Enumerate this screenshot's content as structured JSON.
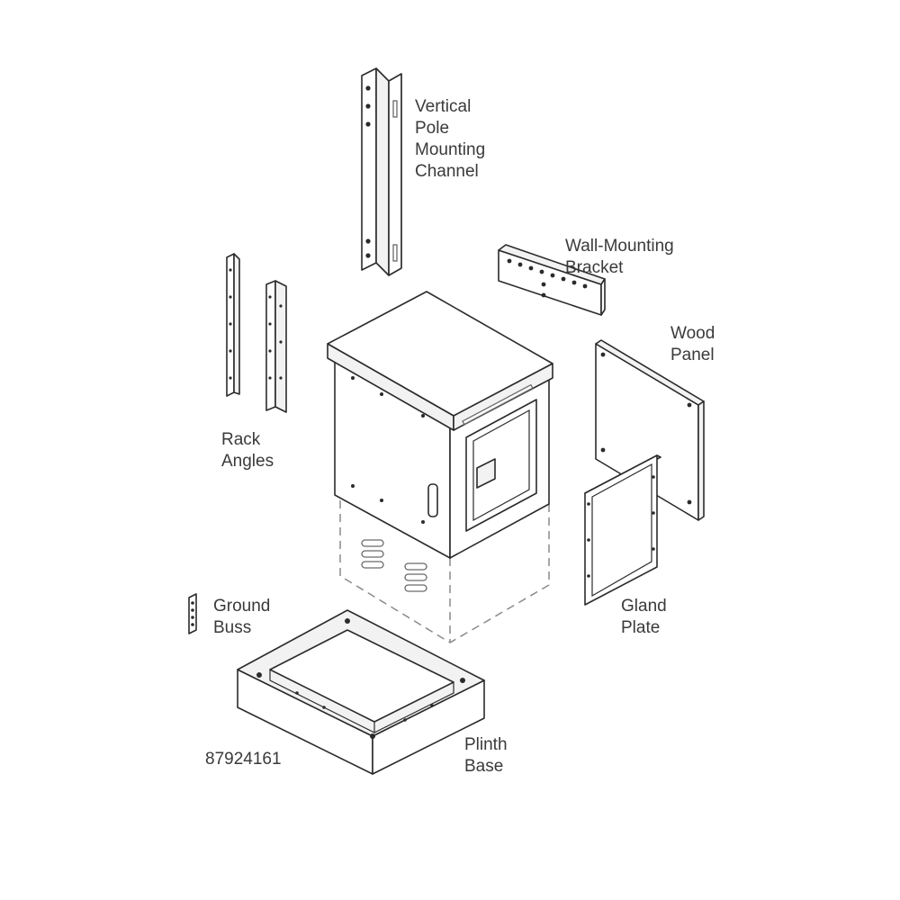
{
  "labels": {
    "vertical_pole": "Vertical\nPole\nMounting\nChannel",
    "wall_bracket": "Wall-Mounting\nBracket",
    "wood_panel": "Wood\nPanel",
    "rack_angles": "Rack\nAngles",
    "ground_buss": "Ground\nBuss",
    "gland_plate": "Gland\nPlate",
    "plinth_base": "Plinth\nBase",
    "part_number": "87924161"
  },
  "colors": {
    "line": "#2b2b2b",
    "text": "#3a3a3a",
    "dashed": "#8a8a8a",
    "background": "#ffffff"
  }
}
